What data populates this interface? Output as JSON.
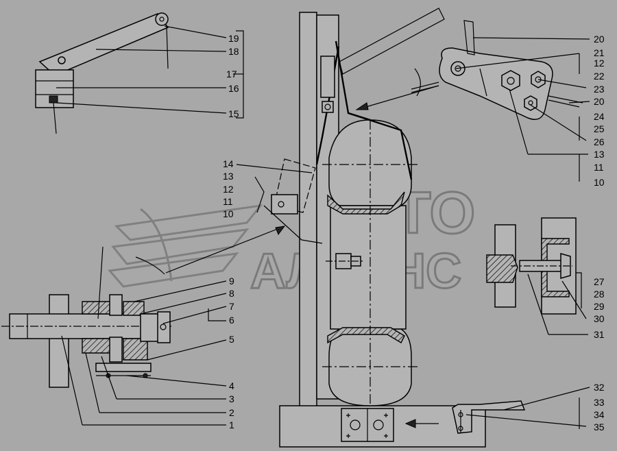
{
  "watermark": {
    "line1": "АВТО",
    "line2": "АЛЬЯНС"
  },
  "callouts": [
    "19",
    "18",
    "17",
    "16",
    "15",
    "20",
    "21",
    "12",
    "22",
    "23",
    "20",
    "24",
    "25",
    "26",
    "13",
    "11",
    "10",
    "14",
    "13",
    "12",
    "11",
    "10",
    "9",
    "8",
    "7",
    "6",
    "5",
    "4",
    "3",
    "2",
    "1",
    "27",
    "28",
    "29",
    "30",
    "31",
    "32",
    "33",
    "34",
    "35"
  ]
}
